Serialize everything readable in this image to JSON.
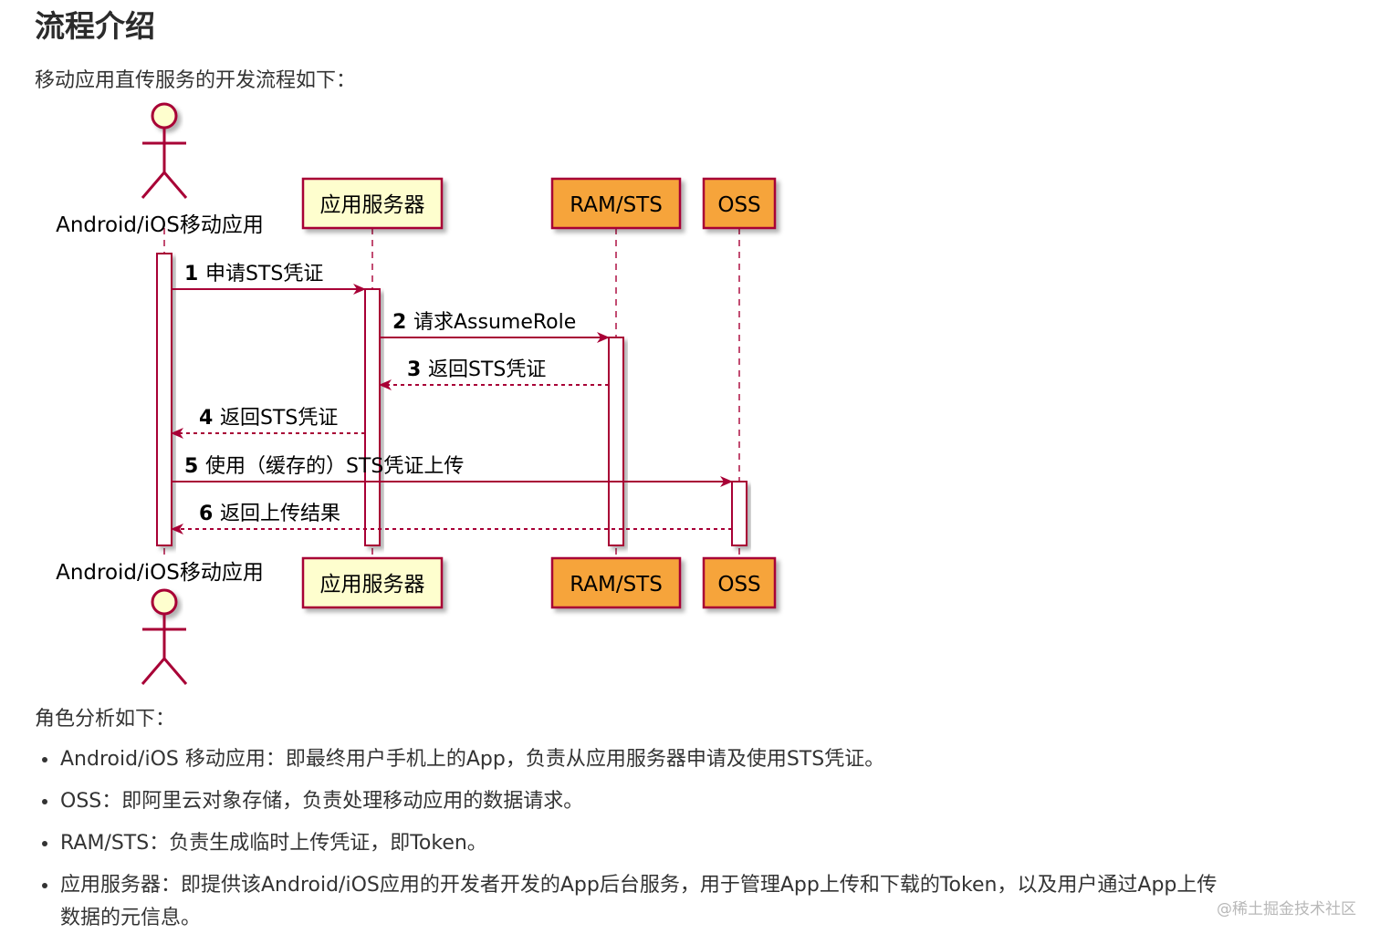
{
  "heading": "流程介绍",
  "intro": "移动应用直传服务的开发流程如下：",
  "diagram": {
    "participants": [
      {
        "id": "app",
        "label": "Android/iOS移动应用",
        "kind": "actor"
      },
      {
        "id": "server",
        "label": "应用服务器",
        "kind": "box",
        "fill": "#fefece",
        "stroke": "#a80036"
      },
      {
        "id": "sts",
        "label": "RAM/STS",
        "kind": "box",
        "fill": "#f6a43a",
        "stroke": "#a80036"
      },
      {
        "id": "oss",
        "label": "OSS",
        "kind": "box",
        "fill": "#f6a43a",
        "stroke": "#a80036"
      }
    ],
    "messages": [
      {
        "num": "1",
        "text": "申请STS凭证",
        "from": "app",
        "to": "server",
        "style": "solid"
      },
      {
        "num": "2",
        "text": "请求AssumeRole",
        "from": "server",
        "to": "sts",
        "style": "solid"
      },
      {
        "num": "3",
        "text": "返回STS凭证",
        "from": "sts",
        "to": "server",
        "style": "dashed"
      },
      {
        "num": "4",
        "text": "返回STS凭证",
        "from": "server",
        "to": "app",
        "style": "dashed"
      },
      {
        "num": "5",
        "text": "使用（缓存的）STS凭证上传",
        "from": "app",
        "to": "oss",
        "style": "solid"
      },
      {
        "num": "6",
        "text": "返回上传结果",
        "from": "oss",
        "to": "app",
        "style": "dashed"
      }
    ],
    "colors": {
      "arrow": "#a80036",
      "actor_fill": "#fefece",
      "lifeline": "#a80036"
    }
  },
  "roles_heading": "角色分析如下：",
  "roles": [
    "Android/iOS 移动应用：即最终用户手机上的App，负责从应用服务器申请及使用STS凭证。",
    "OSS：即阿里云对象存储，负责处理移动应用的数据请求。",
    "RAM/STS：负责生成临时上传凭证，即Token。",
    "应用服务器：即提供该Android/iOS应用的开发者开发的App后台服务，用于管理App上传和下载的Token，以及用户通过App上传数据的元信息。"
  ],
  "watermark": "@稀土掘金技术社区"
}
